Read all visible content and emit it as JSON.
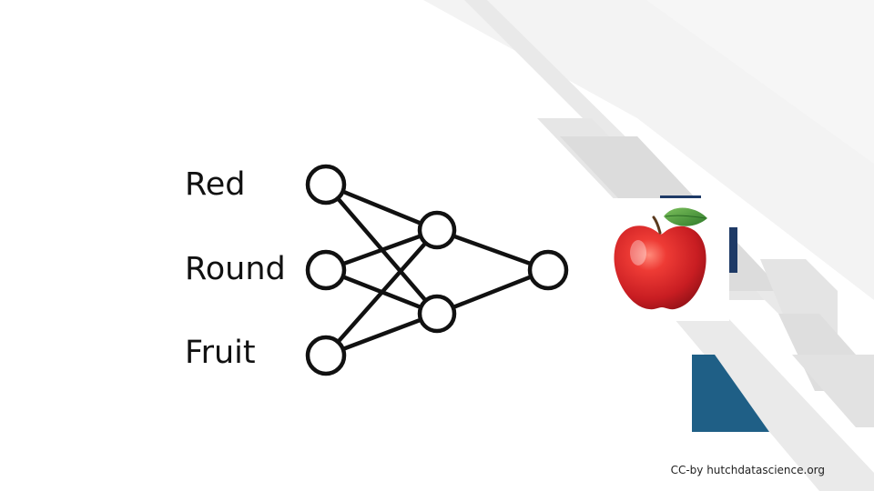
{
  "labels": {
    "red": "Red",
    "round": "Round",
    "fruit": "Fruit"
  },
  "credit": "CC-by hutchdatascience.org",
  "colors": {
    "node_stroke": "#111111",
    "accent_blue": "#1f5f86",
    "accent_navy": "#1e3a66",
    "gray_light": "#f2f2f2",
    "gray_mid": "#e0e0e0",
    "apple_red": "#d8282b",
    "leaf_green": "#4c9a3a"
  },
  "image": {
    "name": "apple-image"
  }
}
